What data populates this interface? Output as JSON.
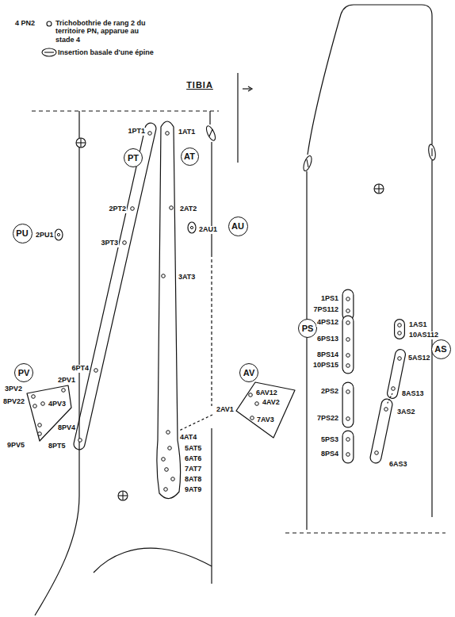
{
  "diagram": {
    "title": "TIBIA",
    "nodes": [
      {
        "text": [
          "PT"
        ]
      },
      {
        "text": [
          "AT"
        ]
      },
      {
        "text": [
          "PU"
        ]
      },
      {
        "text": [
          "AU"
        ]
      },
      {
        "text": [
          "PV"
        ]
      },
      {
        "text": [
          "AV"
        ]
      },
      {
        "text": [
          "PS"
        ]
      },
      {
        "text": [
          "AS"
        ]
      }
    ],
    "labels": [
      "4 PN2",
      "1PT1",
      "1AT1",
      "2PT2",
      "2AT2",
      "2PU1",
      "2AU1",
      "3PT3",
      "3AT3",
      "6PT4",
      "2PV1",
      "3PV2",
      "8PV22",
      "4PV3",
      "2AV1",
      "6AV12",
      "4AV2",
      "7AV3",
      "4AT4",
      "8PV4",
      "9PV5",
      "8PT5",
      "5AT5",
      "6AT6",
      "7AT7",
      "8AT8",
      "9AT9",
      "1PS1",
      "7PS112",
      "4PS12",
      "1AS1",
      "10AS112",
      "6PS13",
      "8PS14",
      "5AS12",
      "10PS15",
      "2PS2",
      "8AS13",
      "3AS2",
      "7PS22",
      "5PS3",
      "8PS4",
      "6AS3"
    ],
    "legend": [
      {
        "text": "Trichobothrie de rang 2 du territoire PN, apparue au stade 4"
      },
      {
        "text": "Insertion basale d'une épine"
      }
    ]
  }
}
